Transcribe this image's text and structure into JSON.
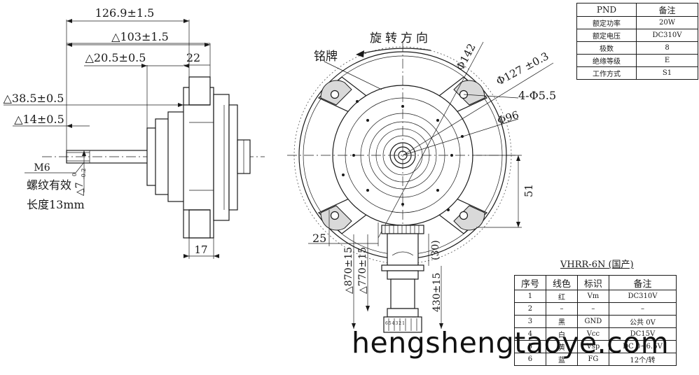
{
  "side_view": {
    "dims": {
      "overall": "126.9±1.5",
      "body": "△103±1.5",
      "flange": "△20.5±0.5",
      "stator": "22",
      "d1": "△38.5±0.5",
      "d2": "△14±0.5",
      "thread_name": "M6",
      "shaft_tol": "△7",
      "tol_upper": "0",
      "tol_lower": "-0.2",
      "bottom": "17"
    },
    "thread_note": [
      "螺纹有效",
      "长度13mm"
    ]
  },
  "front_view": {
    "rotation_label": "旋转方向",
    "nameplate_label": "铭牌",
    "dims": {
      "dia_outer": "Φ142",
      "dia_bolt": "Φ127 ±0.3",
      "holes": "4-Φ5.5",
      "dia_inner": "Φ96",
      "height": "51",
      "mount": "25",
      "lead1": "△870±15",
      "lead2": "△770±15",
      "lead3": "(30)",
      "lead4": "430±15"
    },
    "pin_numbers": "654321"
  },
  "pnd_table": {
    "headers": [
      "PND",
      "备注"
    ],
    "rows": [
      [
        "额定功率",
        "20W"
      ],
      [
        "额定电压",
        "DC310V"
      ],
      [
        "极数",
        "8"
      ],
      [
        "绝缘等级",
        "E"
      ],
      [
        "工作方式",
        "S1"
      ]
    ]
  },
  "connector": {
    "title": "VHRR-6N (国产)",
    "headers": [
      "序号",
      "线色",
      "标识",
      "备注"
    ],
    "rows": [
      [
        "1",
        "红",
        "Vm",
        "DC310V"
      ],
      [
        "2",
        "–",
        "–",
        "–"
      ],
      [
        "3",
        "黑",
        "GND",
        "公共 0V"
      ],
      [
        "4",
        "白",
        "Vcc",
        "DC15V"
      ],
      [
        "5",
        "黄",
        "Vsp",
        "DC 0~6.5V"
      ],
      [
        "6",
        "蓝",
        "FG",
        "12个/转"
      ]
    ]
  },
  "watermark": "hengshengtaoye.com",
  "colors": {
    "ink": "#1a1a1a",
    "paper": "#ffffff"
  }
}
